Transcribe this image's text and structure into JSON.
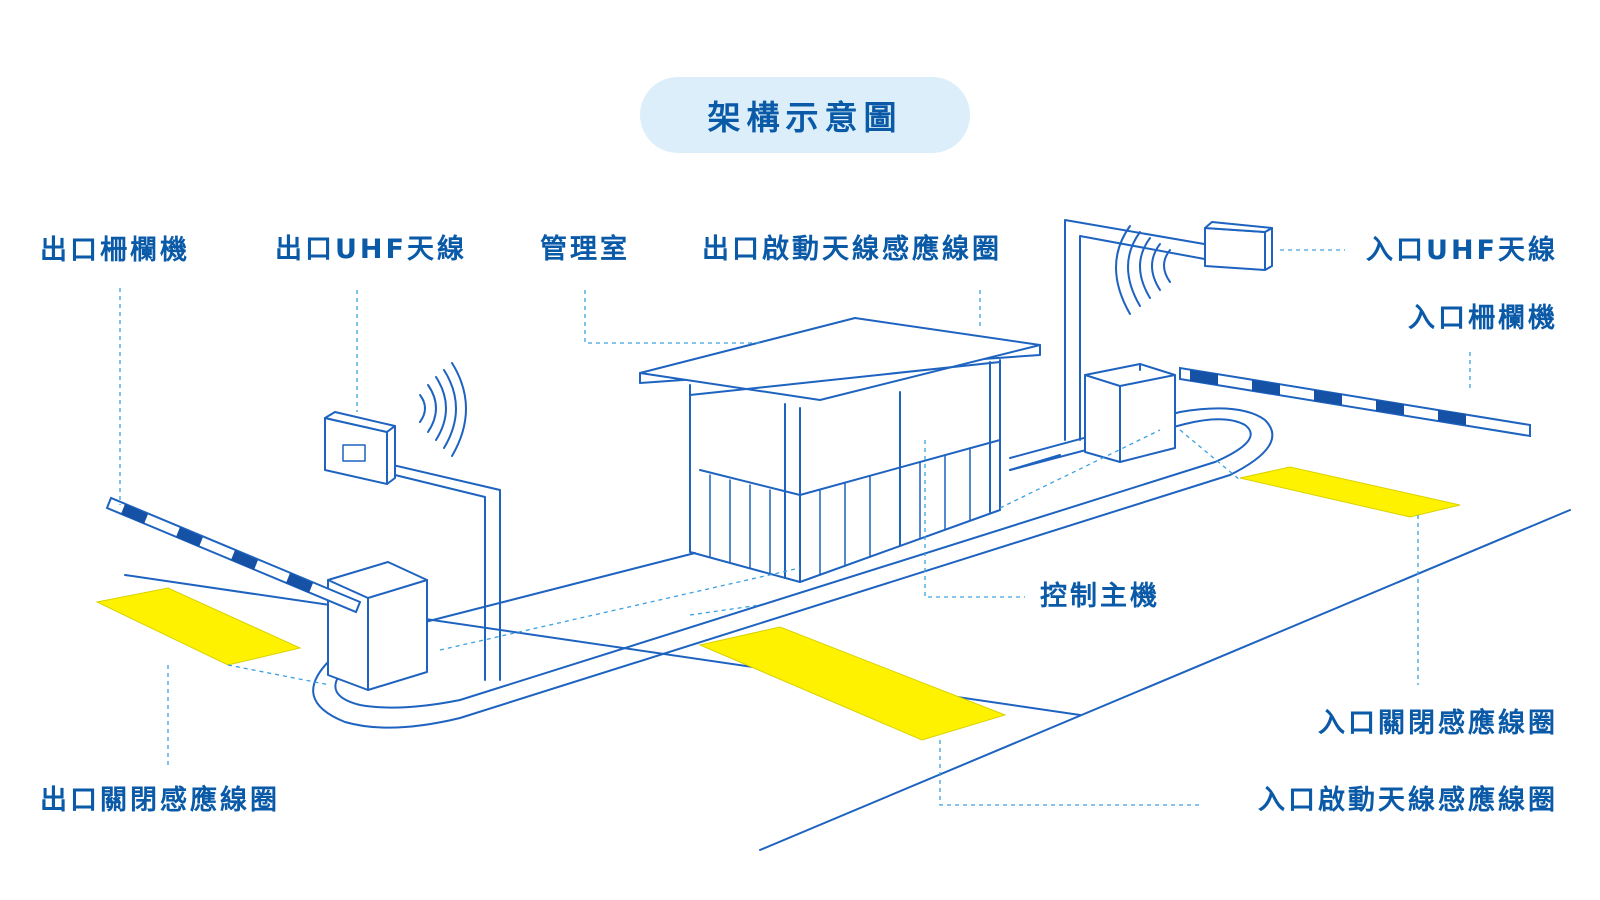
{
  "title": "架構示意圖",
  "colors": {
    "line": "#1e63c0",
    "text": "#0a5aa8",
    "pill": "#dbeef9",
    "loop": "#fff200",
    "stripe": "#1552a6"
  },
  "labels": {
    "exit_barrier": "出口柵欄機",
    "exit_uhf": "出口UHF天線",
    "booth": "管理室",
    "exit_start_loop": "出口啟動天線感應線圈",
    "entry_uhf": "入口UHF天線",
    "entry_barrier": "入口柵欄機",
    "controller": "控制主機",
    "entry_close_loop": "入口關閉感應線圈",
    "exit_close_loop": "出口關閉感應線圈",
    "entry_start_loop": "入口啟動天線感應線圈"
  }
}
